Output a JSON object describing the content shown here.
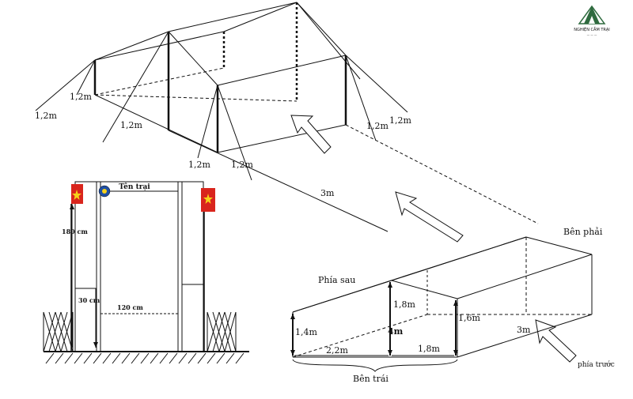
{
  "top_diagram": {
    "labels": {
      "guy_far_left": "1,2m",
      "guy_left": "1,2m",
      "guy_mid_left": "1,2m",
      "guy_front_a": "1,2m",
      "guy_front_b": "1,2m",
      "guy_right_a": "1,2m",
      "guy_right_b": "1,2m",
      "length": "3m"
    }
  },
  "gate_diagram": {
    "sign_text": "Tên trại",
    "height_label": "180 cm",
    "inner_height_label": "30 cm",
    "width_label": "120 cm",
    "colors": {
      "flag_red": "#d9251d",
      "flag_star": "#f6d21a",
      "emblem_blue": "#1f4fa3"
    }
  },
  "bottom_diagram": {
    "labels": {
      "back": "Phía sau",
      "right": "Bên phải",
      "left": "Bên trái",
      "front": "phía trước",
      "h_back": "1,4m",
      "h_ridge": "1,8m",
      "h_center": "4m",
      "h_front": "1,6m",
      "width_back": "2,2m",
      "width_front": "1,8m",
      "length": "3m"
    }
  },
  "logo": {
    "brand": "NGHIỆN CẮM TRẠI",
    "tagline": "— — —",
    "colors": {
      "green": "#2f6b3f"
    }
  }
}
